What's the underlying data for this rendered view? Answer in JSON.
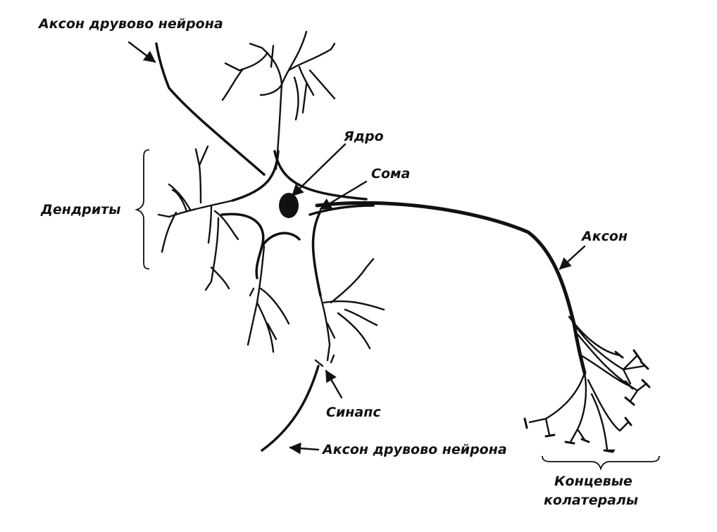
{
  "labels": {
    "axon_top": "Аксон друвово нейрона",
    "nucleus": "Ядро",
    "soma": "Сома",
    "dendrites": "Дендриты",
    "axon": "Аксон",
    "synapse": "Синапс",
    "axon_bottom": "Аксон друвово нейрона",
    "terminal_line1": "Концевые",
    "terminal_line2": "колатералы"
  },
  "colors": {
    "ink": "#111111",
    "background": "#ffffff"
  }
}
